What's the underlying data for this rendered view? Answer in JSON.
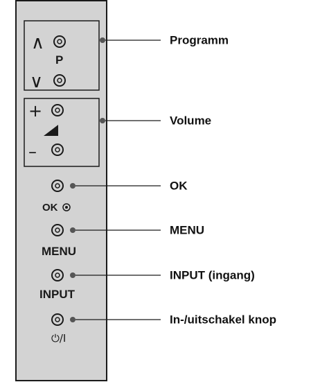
{
  "colors": {
    "panel_fill": "#d3d3d3",
    "stroke": "#1a1a1a",
    "dot": "#555555",
    "background": "#ffffff"
  },
  "panel": {
    "programme_group": {
      "up_symbol": "∧",
      "letter": "P",
      "down_symbol": "∨",
      "up_icon": "chevron-up-icon",
      "down_icon": "chevron-down-icon"
    },
    "volume_group": {
      "plus_symbol": "+",
      "minus_symbol": "–",
      "volume_icon": "volume-wedge-icon"
    },
    "buttons": [
      {
        "id": "ok",
        "label": "OK",
        "label_icon": "dot-circle-icon"
      },
      {
        "id": "menu",
        "label": "MENU"
      },
      {
        "id": "input",
        "label": "INPUT"
      },
      {
        "id": "power",
        "label": "⏻/I",
        "label_icon": "power-icon"
      }
    ]
  },
  "callouts": [
    {
      "id": "programme",
      "text": "Programm"
    },
    {
      "id": "volume",
      "text": "Volume"
    },
    {
      "id": "ok",
      "text": "OK"
    },
    {
      "id": "menu",
      "text": "MENU"
    },
    {
      "id": "input",
      "text": "INPUT (ingang)"
    },
    {
      "id": "power",
      "text": "In-/uitschakel knop"
    }
  ]
}
